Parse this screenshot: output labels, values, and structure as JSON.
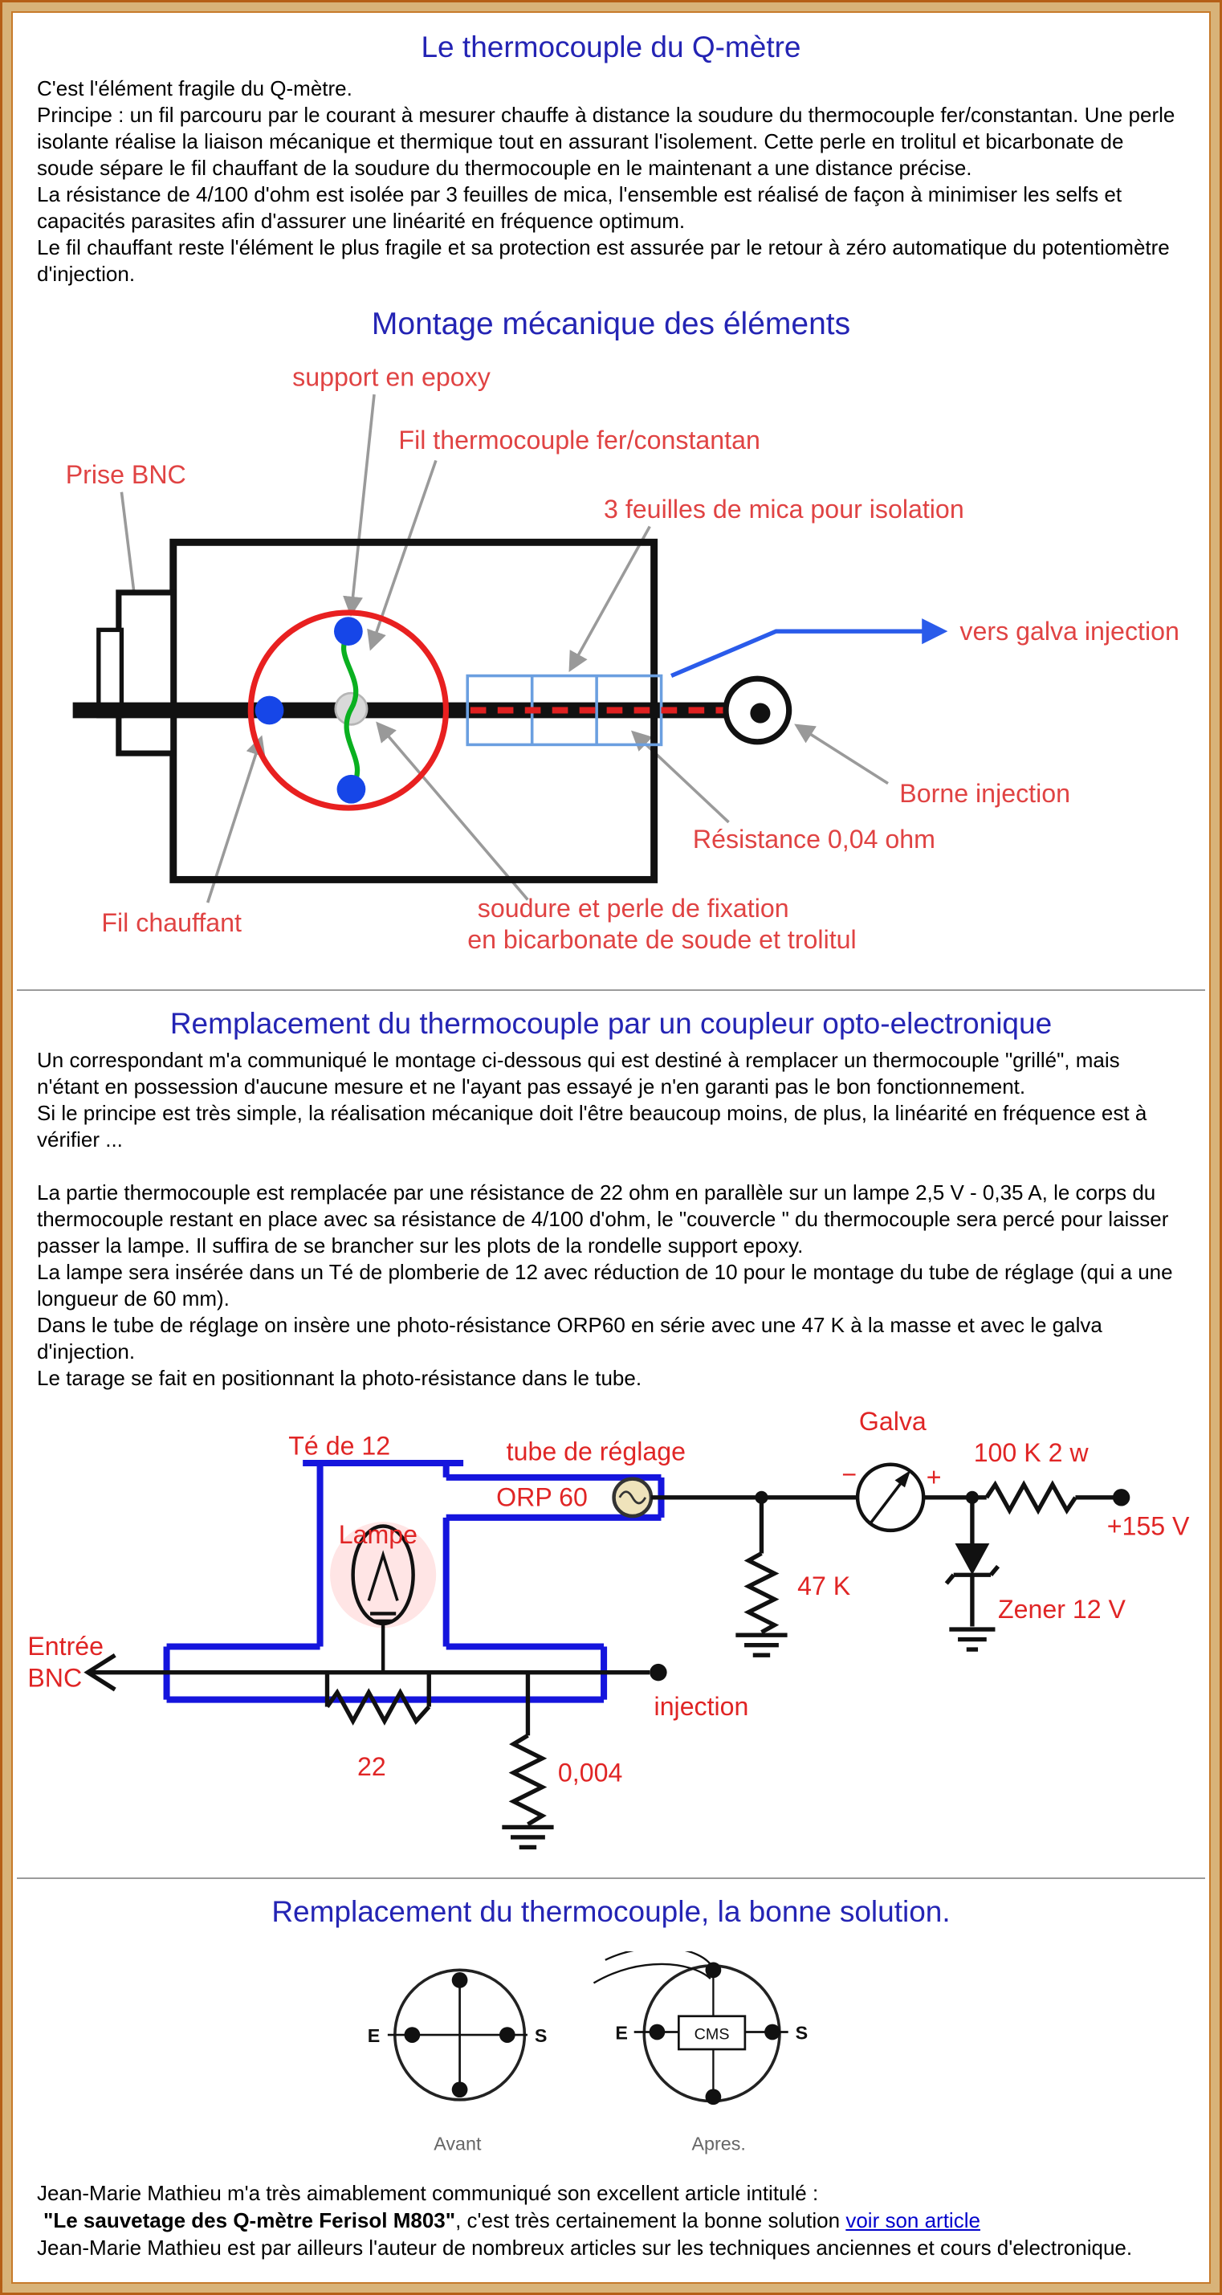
{
  "page": {
    "title": "Le thermocouple du Q-mètre"
  },
  "intro": [
    "C'est l'élément fragile du Q-mètre.",
    "Principe : un fil parcouru par le courant à mesurer chauffe à distance la soudure du thermocouple fer/constantan. Une perle isolante réalise la liaison mécanique et thermique tout en assurant l'isolement. Cette perle en trolitul et bicarbonate de soude sépare le fil chauffant de la soudure du thermocouple en le maintenant a une distance précise.",
    "La résistance de 4/100 d'ohm est isolée par 3 feuilles de mica, l'ensemble est réalisé de façon à minimiser les selfs et capacités parasites afin d'assurer une linéarité en fréquence optimum.",
    "Le fil chauffant reste l'élément le plus fragile et sa protection est assurée par le retour à zéro automatique du potentiomètre d'injection."
  ],
  "headings": {
    "montage": "Montage mécanique des éléments",
    "opto": "Remplacement du thermocouple par un coupleur opto-electronique",
    "solution": "Remplacement du thermocouple, la bonne solution."
  },
  "opto_paragraphs": [
    "Un correspondant m'a communiqué le montage ci-dessous qui est destiné à remplacer un thermocouple \"grillé\", mais n'étant en possession d'aucune mesure et ne l'ayant pas essayé je n'en garanti pas le bon fonctionnement.",
    "Si le principe est très simple, la réalisation mécanique doit l'être beaucoup moins, de plus, la linéarité en fréquence est à vérifier ...",
    "",
    "La partie thermocouple est remplacée par une résistance de 22 ohm en parallèle sur un lampe 2,5 V - 0,35 A, le corps du thermocouple restant en place avec sa résistance de 4/100 d'ohm, le \"couvercle \" du thermocouple sera percé pour laisser passer la lampe. Il suffira de se brancher sur les plots de la rondelle support epoxy.",
    "La lampe sera insérée dans un Té de plomberie de 12 avec réduction de 10 pour le montage du tube de réglage (qui a une longueur de 60 mm).",
    "Dans le tube de réglage on insère une photo-résistance ORP60 en série avec une 47 K à la masse et avec le galva d'injection.",
    "Le tarage se fait en positionnant la photo-résistance dans le tube."
  ],
  "d1": {
    "support": "support en epoxy",
    "fil_thermocouple": "Fil thermocouple fer/constantan",
    "prise_bnc": "Prise BNC",
    "mica": "3 feuilles de mica pour isolation",
    "vers_galva": "vers galva injection",
    "borne": "Borne injection",
    "resistance": "Résistance 0,04 ohm",
    "fil_chauffant": "Fil chauffant",
    "soudure_1": "soudure et perle de fixation",
    "soudure_2": "en bicarbonate de soude et trolitul"
  },
  "d2": {
    "te": "Té de 12",
    "tube": "tube de réglage",
    "galva": "Galva",
    "r100k": "100 K 2 w",
    "orp": "ORP 60",
    "v155": "+155 V",
    "lampe": "Lampe",
    "r47k": "47 K",
    "zener": "Zener 12 V",
    "entree1": "Entrée",
    "entree2": "BNC",
    "injection": "injection",
    "r22": "22",
    "r0004": "0,004",
    "minus": "−",
    "plus": "+"
  },
  "d3": {
    "e": "E",
    "s": "S",
    "cms": "CMS",
    "avant": "Avant",
    "apres": "Apres."
  },
  "footer": {
    "line1": "Jean-Marie Mathieu m'a très aimablement communiqué son excellent article intitulé :",
    "line2_bold": "\"Le sauvetage des Q-mètre Ferisol M803\"",
    "line2_rest": ", c'est très certainement la bonne solution ",
    "link": "voir son article",
    "line3": "Jean-Marie Mathieu est par ailleurs l'auteur de nombreux articles sur les techniques anciennes et cours d'electronique."
  },
  "colors": {
    "heading_blue": "#2424b4",
    "label_red": "#e03232",
    "link_blue": "#0000cc",
    "frame_tan": "#d8b379",
    "frame_orange": "#c77a2a"
  }
}
